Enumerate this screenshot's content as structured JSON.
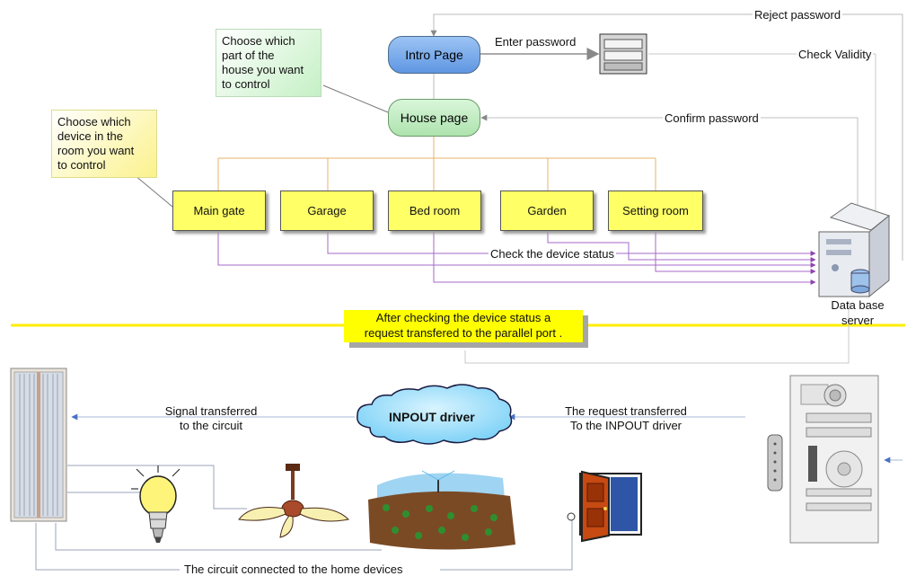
{
  "intro_page": "Intro Page",
  "house_page": "House page",
  "labels": {
    "reject_password": "Reject password",
    "enter_password": "Enter password",
    "check_validity": "Check Validity",
    "confirm_password": "Confirm password",
    "check_device_status": "Check the device status",
    "signal_transferred": "Signal transferred",
    "signal_transferred_2": "to the circuit",
    "request_transferred": "The request transferred",
    "request_transferred_2": "To the INPOUT driver",
    "circuit_connected": "The circuit connected to the home devices"
  },
  "notes": {
    "house_note": [
      "Choose which",
      "part of the",
      "house you want",
      "to control"
    ],
    "device_note": [
      "Choose which",
      "device in the",
      "room you want",
      "to control"
    ]
  },
  "rooms": [
    "Main gate",
    "Garage",
    "Bed room",
    "Garden",
    "Setting room"
  ],
  "banner": [
    "After checking the device status a",
    "request transfered to the parallel port ."
  ],
  "database": [
    "Data base",
    "server"
  ],
  "driver": "INPOUT driver",
  "colors": {
    "room_fill": "#ffff66",
    "divider": "#ffee00",
    "purple_line": "#9b59b6",
    "orange_line": "#e8b36a",
    "cloud": "#9fe0ff"
  }
}
